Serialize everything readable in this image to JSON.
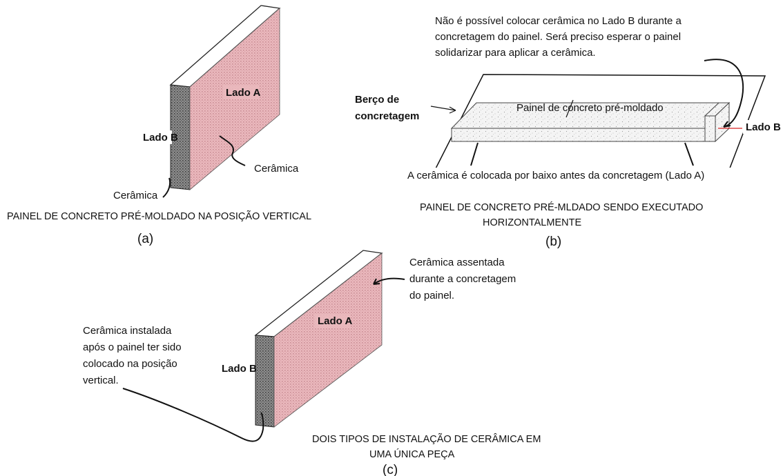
{
  "panel_a": {
    "side_a": "Lado A",
    "side_b": "Lado B",
    "ceramic_a": "Cerâmica",
    "ceramic_b": "Cerâmica",
    "caption": "PAINEL DE CONCRETO PRÉ-MOLDADO NA POSIÇÃO VERTICAL",
    "letter": "(a)"
  },
  "panel_b": {
    "note_lines": [
      "Não é possível colocar cerâmica no Lado B durante a",
      "concretagem do painel. Será preciso esperar o painel",
      "solidarizar para aplicar a cerâmica."
    ],
    "bed_lines": [
      "Berço de",
      "concretagem"
    ],
    "panel_label": "Painel de concreto pré-moldado",
    "side_b": "Lado B",
    "bottom_note": "A cerâmica é colocada por baixo antes da concretagem  (Lado A)",
    "caption_lines": [
      "PAINEL DE CONCRETO PRÉ-MLDADO SENDO EXECUTADO",
      "HORIZONTALMENTE"
    ],
    "letter": "(b)"
  },
  "panel_c": {
    "side_a": "Lado A",
    "side_b": "Lado B",
    "note_right_lines": [
      "Cerâmica assentada",
      "durante a concretagem",
      "do painel."
    ],
    "note_left_lines": [
      "Cerâmica instalada",
      "após o painel ter sido",
      "colocado na posição",
      "vertical."
    ],
    "caption_lines": [
      "DOIS TIPOS DE INSTALAÇÃO DE CERÂMICA EM",
      "UMA ÚNICA PEÇA"
    ],
    "letter": "(c)"
  },
  "colors": {
    "ceramic_pink": "#eab8bd",
    "ceramic_dot": "#c98d94",
    "side_gray": "#8c8c8c",
    "side_dot": "#3f3f3f",
    "concrete": "#f4f4f4",
    "concrete_dot": "#9a9a9a"
  }
}
